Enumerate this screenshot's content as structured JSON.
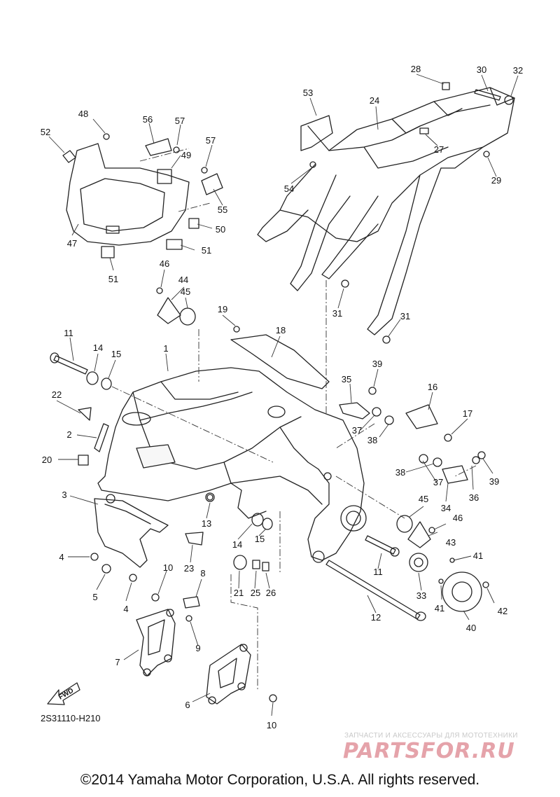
{
  "diagram_code": "2S31110-H210",
  "copyright": "©2014 Yamaha Motor Corporation, U.S.A. All rights reserved.",
  "watermark_caption": "ЗАПЧАСТИ И АКСЕССУАРЫ ДЛЯ МОТОТЕХНИКИ",
  "watermark_logo": "PARTSFOR.RU",
  "fwd_label": "FWD",
  "callouts": [
    "1",
    "2",
    "3",
    "4",
    "4",
    "5",
    "6",
    "7",
    "8",
    "9",
    "10",
    "10",
    "11",
    "11",
    "12",
    "13",
    "14",
    "14",
    "15",
    "15",
    "16",
    "17",
    "18",
    "19",
    "20",
    "21",
    "22",
    "23",
    "24",
    "25",
    "26",
    "27",
    "28",
    "29",
    "30",
    "31",
    "31",
    "32",
    "33",
    "34",
    "35",
    "36",
    "37",
    "37",
    "38",
    "38",
    "39",
    "39",
    "40",
    "41",
    "41",
    "42",
    "43",
    "44",
    "45",
    "45",
    "46",
    "46",
    "47",
    "48",
    "49",
    "50",
    "51",
    "51",
    "52",
    "53",
    "54",
    "55",
    "56",
    "57",
    "57"
  ]
}
